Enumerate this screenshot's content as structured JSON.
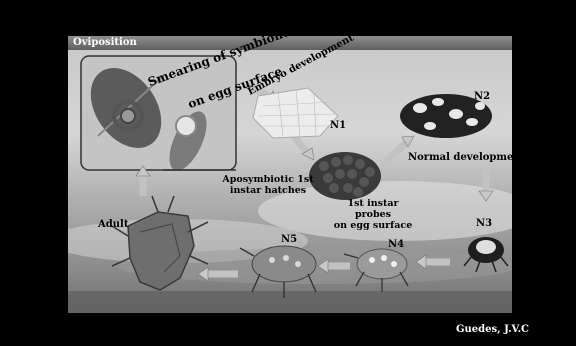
{
  "slide": {
    "title": "Oviposition",
    "labels": {
      "smearing": "Smearing of symbiont",
      "egg_surface": "on egg surface",
      "embryo": "Embryo development",
      "n1": "N1",
      "n2": "N2",
      "n3": "N3",
      "n4": "N4",
      "n5": "N5",
      "adult": "Adult",
      "aposymbiotic_line1": "Aposymbiotic 1st",
      "aposymbiotic_line2": "instar hatches",
      "probes_line1": "1st instar probes",
      "probes_line2": "on egg surface",
      "normal_dev": "Normal development"
    }
  },
  "credit": "Guedes, J.V.C"
}
